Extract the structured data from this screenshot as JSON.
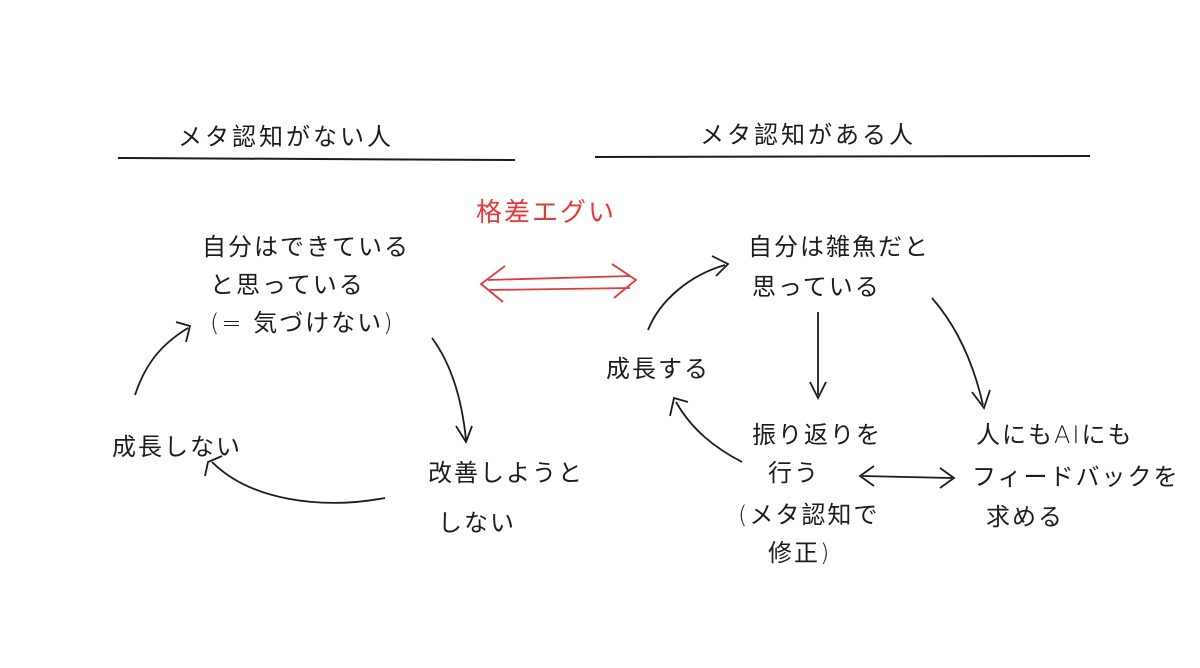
{
  "left": {
    "title": "メタ認知がない人",
    "nodes": {
      "belief": [
        "自分はできている",
        "と思っている",
        "(= 気づけない)"
      ],
      "no_improve": [
        "改善しようと",
        "しない"
      ],
      "no_growth": [
        "成長しない"
      ]
    }
  },
  "center": {
    "gap_label": "格差エグい"
  },
  "right": {
    "title": "メタ認知がある人",
    "nodes": {
      "belief": [
        "自分は雑魚だと",
        "思っている"
      ],
      "reflect": [
        "振り返りを",
        "行う",
        "(メタ認知で",
        "修正)"
      ],
      "feedback": [
        "人にもAIにも",
        "フィードバックを",
        "求める"
      ],
      "growth": [
        "成長する"
      ]
    }
  },
  "colors": {
    "ink": "#1c1c1c",
    "accent": "#e23b3b"
  }
}
